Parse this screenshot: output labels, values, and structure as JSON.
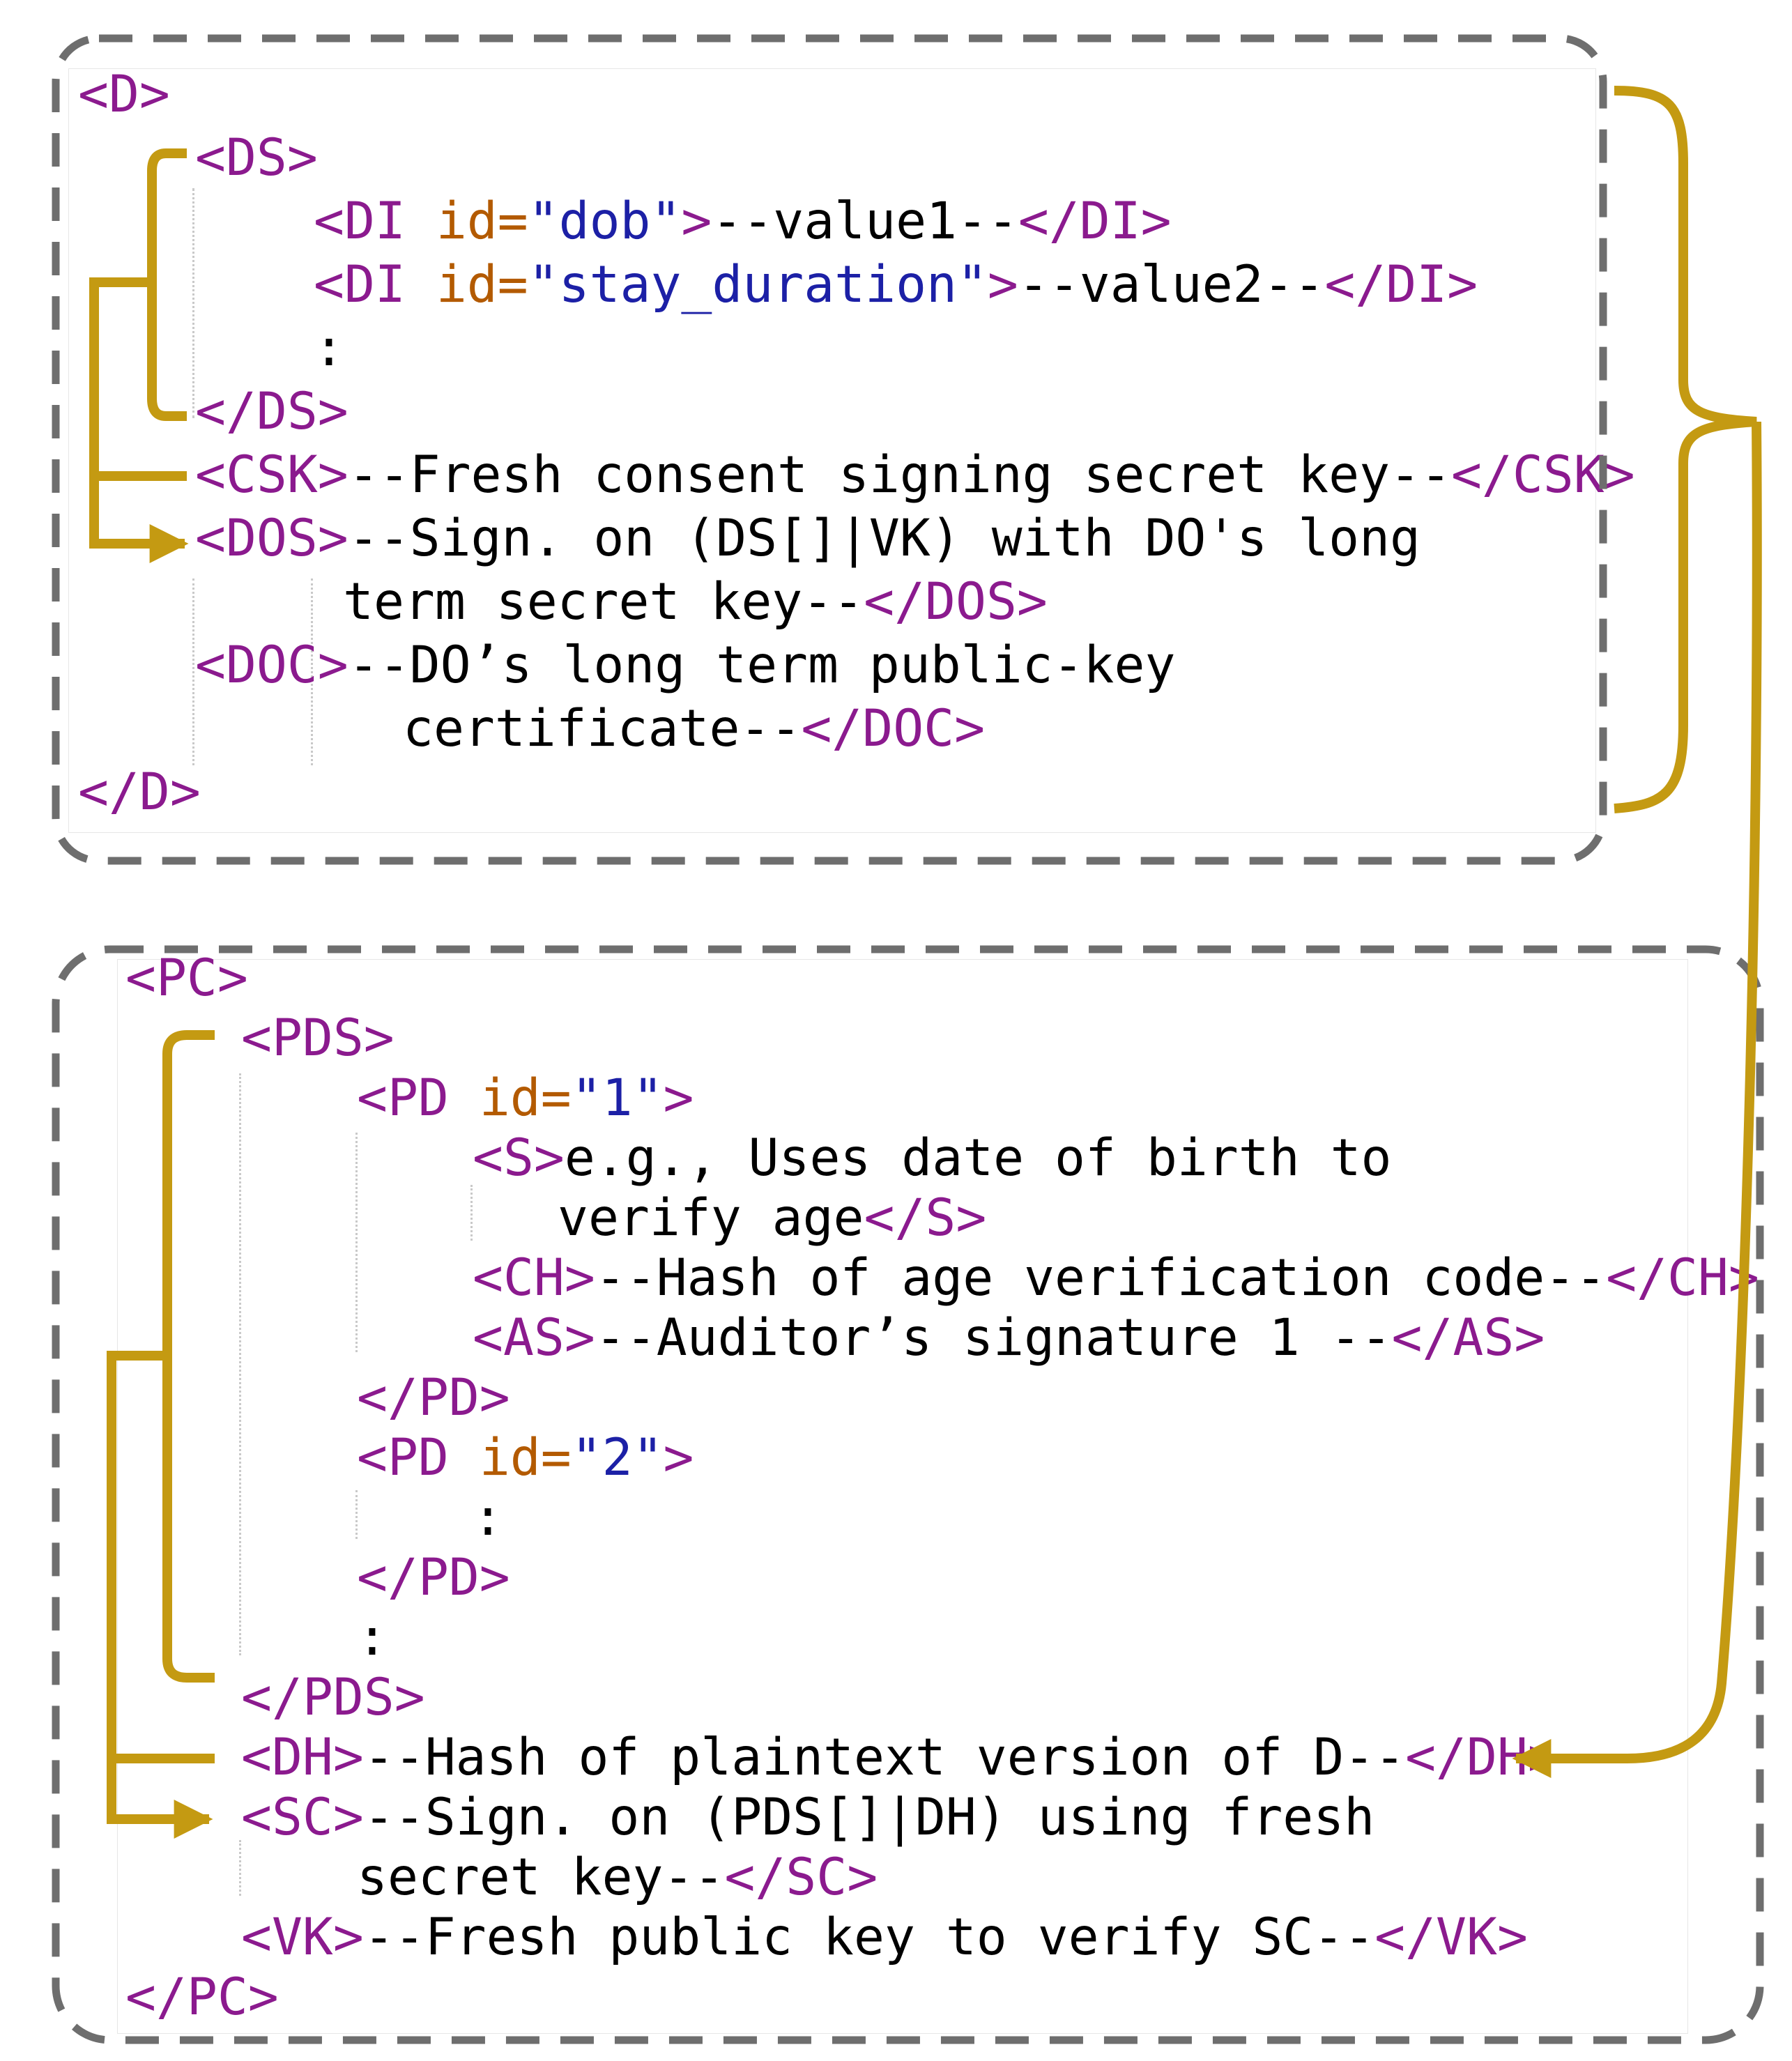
{
  "colors": {
    "tag": "#8b1a8e",
    "attribute": "#b35a00",
    "value": "#1c20a6",
    "text": "#000000",
    "bracket": "#c49a12",
    "dashed_border": "#6e6e6e"
  },
  "doc_block": {
    "open": "<D>",
    "ds_open": "<DS>",
    "di1_open": "<DI",
    "di1_attr": "id=",
    "di1_val": "\"dob\"",
    "di1_gt": ">",
    "di1_text": "--value1--",
    "di1_close": "</DI>",
    "di2_open": "<DI",
    "di2_attr": "id=",
    "di2_val": "\"stay_duration\"",
    "di2_gt": ">",
    "di2_text": "--value2--",
    "di2_close": "</DI>",
    "ellipsis": ":",
    "ds_close": "</DS>",
    "csk_open": "<CSK>",
    "csk_text": "--Fresh consent signing secret key--",
    "csk_close": "</CSK>",
    "dos_open": "<DOS>",
    "dos_text_1": "--Sign. on (DS[]|VK) with DO's long",
    "dos_text_2": "term secret key--",
    "dos_close": "</DOS>",
    "doc_open": "<DOC>",
    "doc_text_1": "--DO’s long term public-key",
    "doc_text_2": "certificate--",
    "doc_close": "</DOC>",
    "close": "</D>"
  },
  "pc_block": {
    "open": "<PC>",
    "pds_open": "<PDS>",
    "pd1_open": "<PD",
    "pd1_attr": "id=",
    "pd1_val": "\"1\"",
    "pd1_gt": ">",
    "s_open": "<S>",
    "s_text_1": "e.g., Uses date of birth to",
    "s_text_2": "verify age",
    "s_close": "</S>",
    "ch_open": "<CH>",
    "ch_text": "--Hash of age verification code--",
    "ch_close": "</CH>",
    "as_open": "<AS>",
    "as_text": "--Auditor’s signature 1 --",
    "as_close": "</AS>",
    "pd1_close": "</PD>",
    "pd2_open": "<PD",
    "pd2_attr": "id=",
    "pd2_val": "\"2\"",
    "pd2_gt": ">",
    "pd2_ellipsis": ":",
    "pd2_close": "</PD>",
    "pds_ellipsis": ":",
    "pds_close": "</PDS>",
    "dh_open": "<DH>",
    "dh_text": "--Hash of plaintext version of D--",
    "dh_close": "</DH>",
    "sc_open": "<SC>",
    "sc_text_1": "--Sign. on (PDS[]|DH) using fresh",
    "sc_text_2": "secret key--",
    "sc_close": "</SC>",
    "vk_open": "<VK>",
    "vk_text": "--Fresh public key to verify SC--",
    "vk_close": "</VK>",
    "close": "</PC>"
  }
}
